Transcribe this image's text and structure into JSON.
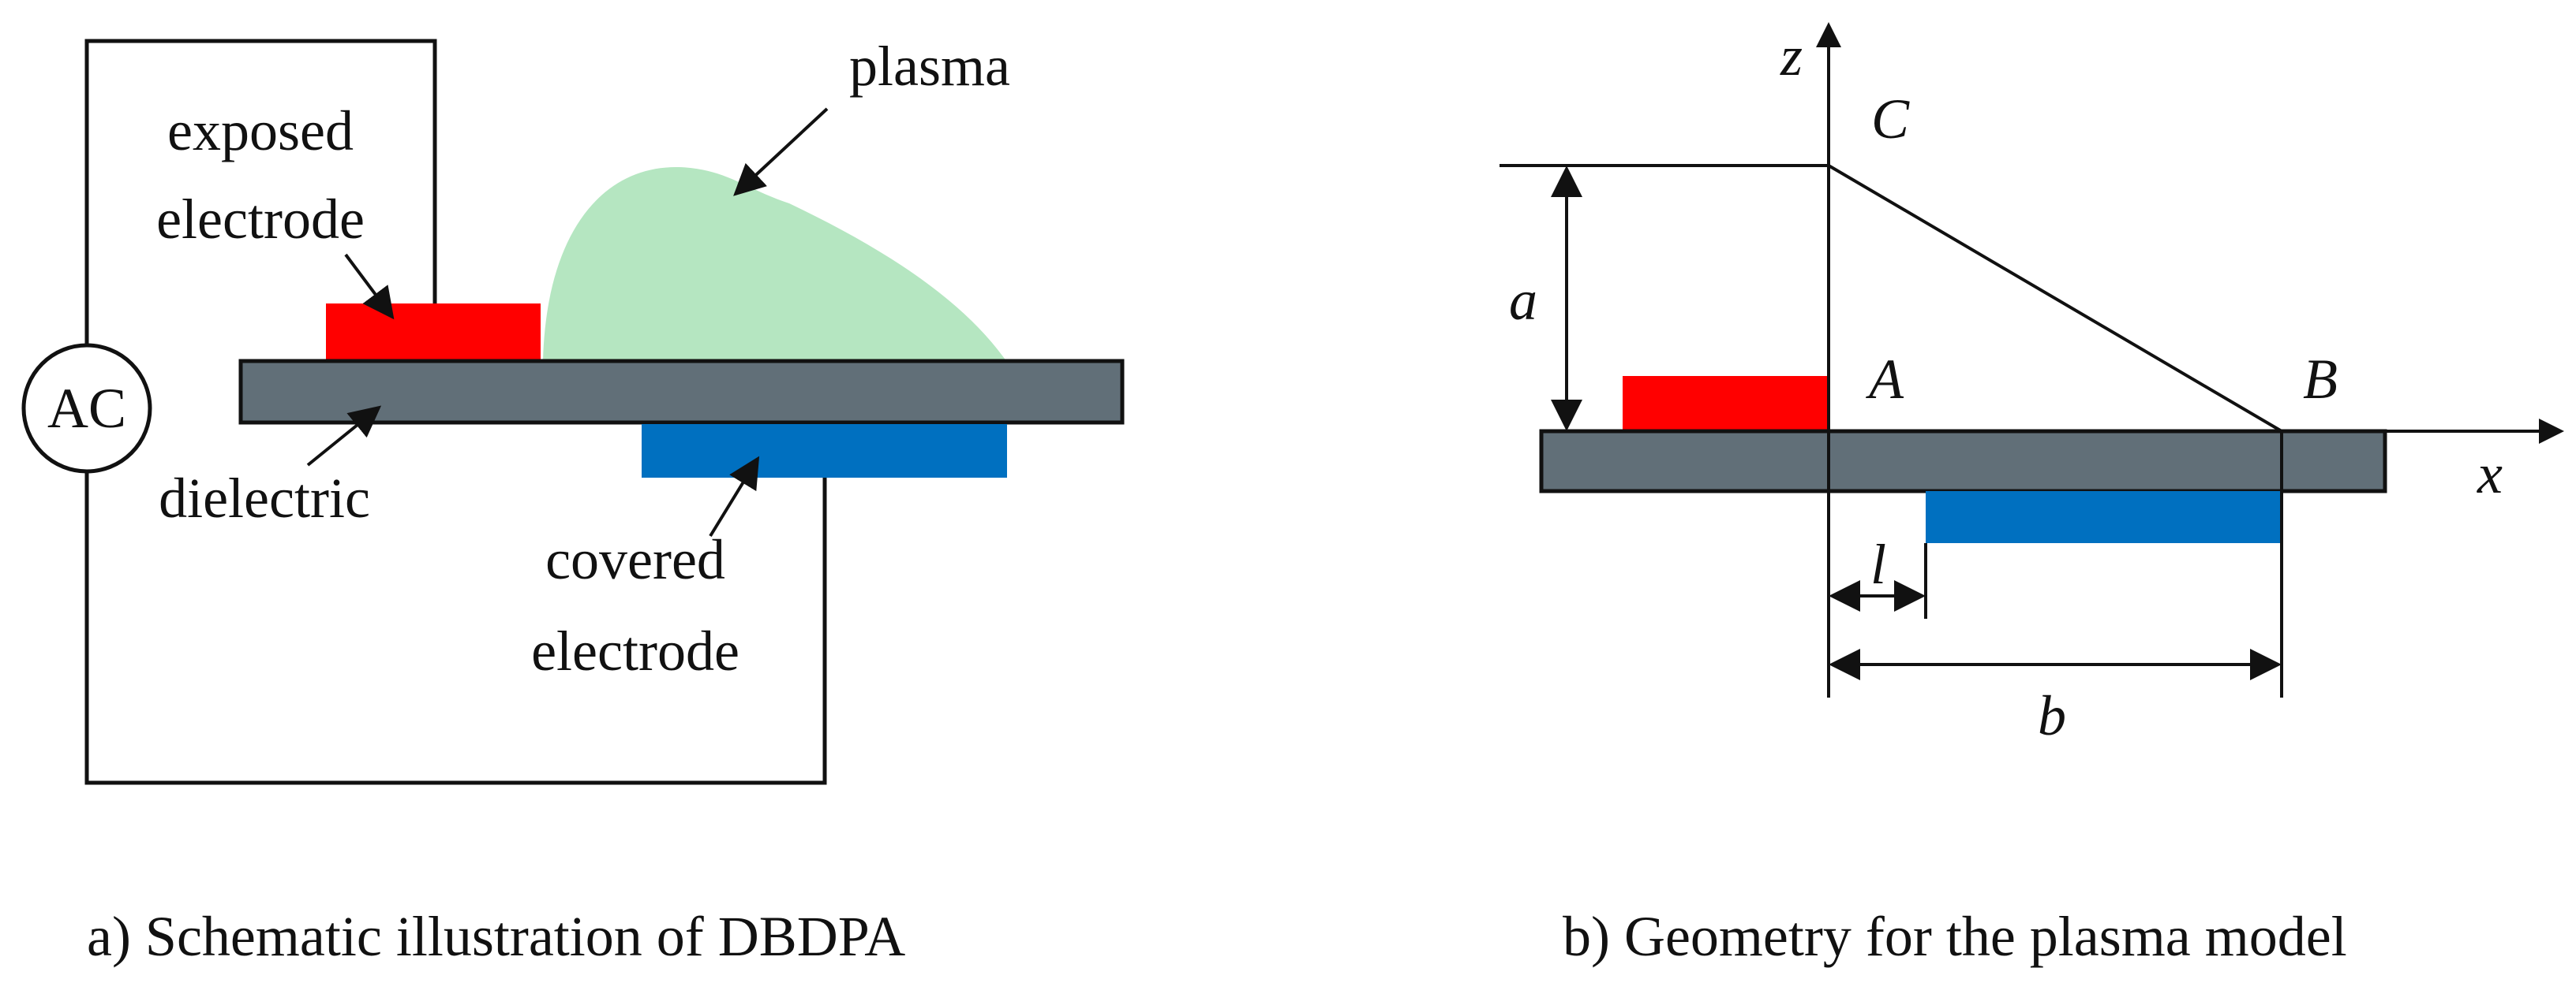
{
  "panel_a": {
    "caption": "a) Schematic illustration of DBDPA",
    "source_label": "AC",
    "exposed_label_line1": "exposed",
    "exposed_label_line2": "electrode",
    "plasma_label": "plasma",
    "dielectric_label": "dielectric",
    "covered_label_line1": "covered",
    "covered_label_line2": "electrode"
  },
  "panel_b": {
    "caption": "b) Geometry for the plasma model",
    "axis_z": "z",
    "axis_x": "x",
    "point_a": "A",
    "point_b": "B",
    "point_c": "C",
    "dim_a": "a",
    "dim_l": "l",
    "dim_b": "b"
  },
  "colors": {
    "exposed_electrode": "#ff0000",
    "covered_electrode": "#0070c0",
    "dielectric": "#616f78",
    "plasma": "#b5e6c1"
  }
}
